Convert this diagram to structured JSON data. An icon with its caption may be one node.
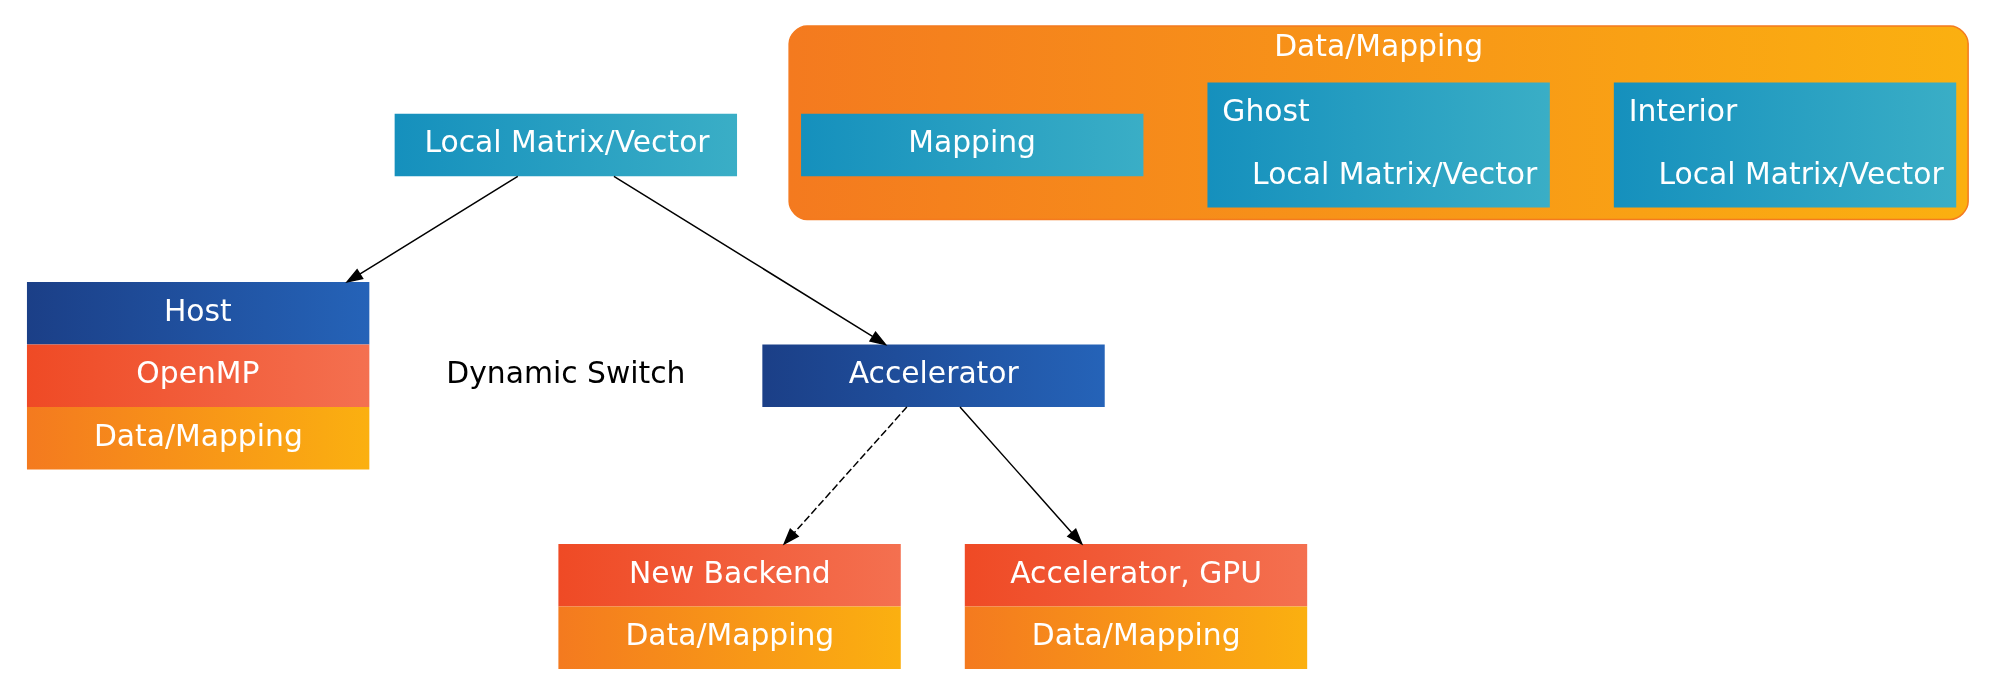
{
  "diagram": {
    "nodes": [
      {
        "text": [
          "Local Matrix/Vector"
        ]
      },
      {
        "text": [
          "Host",
          "OpenMP",
          "Data/Mapping"
        ]
      },
      {
        "text": [
          "Accelerator"
        ]
      },
      {
        "text": [
          "New Backend",
          "Data/Mapping"
        ]
      },
      {
        "text": [
          "Accelerator, GPU",
          "Data/Mapping"
        ]
      },
      {
        "text": [
          "Data/Mapping"
        ]
      },
      {
        "text": [
          "Interior",
          "Local Matrix/Vector"
        ],
        "in": 5
      },
      {
        "text": [
          "Ghost",
          "Local Matrix/Vector"
        ],
        "in": 5
      },
      {
        "text": [
          "Mapping"
        ],
        "in": 5
      }
    ],
    "edges": [
      {
        "from": 0,
        "to": 1,
        "arrow": "to"
      },
      {
        "from": 0,
        "to": 2,
        "arrow": "to"
      },
      {
        "from": 2,
        "to": 3,
        "arrow": "to",
        "style": "dashed"
      },
      {
        "from": 2,
        "to": 4,
        "arrow": "to"
      }
    ],
    "labels": [
      "Dynamic Switch"
    ]
  }
}
